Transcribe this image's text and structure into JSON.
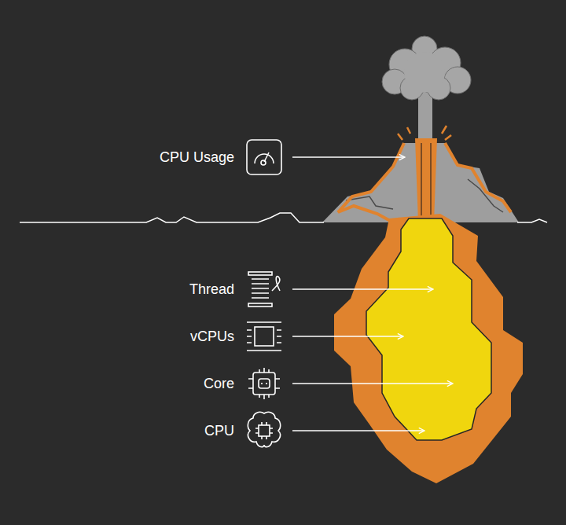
{
  "diagram": {
    "labels": [
      "CPU Usage",
      "Thread",
      "vCPUs",
      "Core",
      "CPU"
    ]
  }
}
